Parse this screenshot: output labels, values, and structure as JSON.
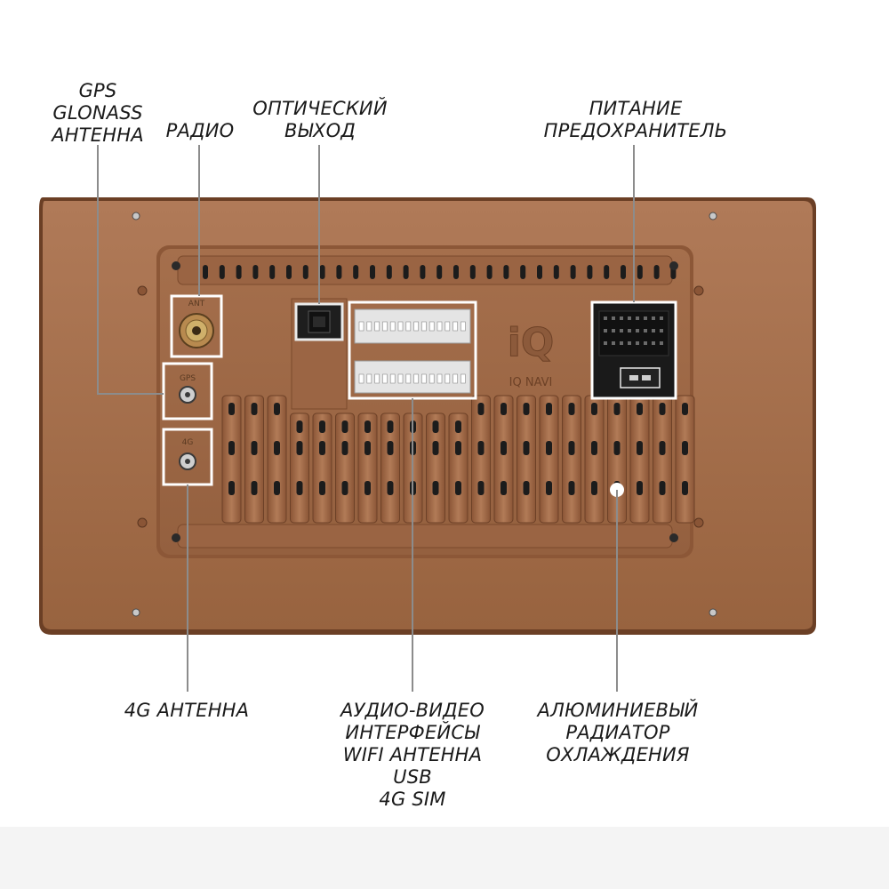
{
  "labels": {
    "gps": [
      "GPS",
      "GLONASS",
      "АНТЕННА"
    ],
    "radio": [
      "РАДИО"
    ],
    "optical": [
      "ОПТИЧЕСКИЙ",
      "ВЫХОД"
    ],
    "power": [
      "ПИТАНИЕ",
      "ПРЕДОХРАНИТЕЛЬ"
    ],
    "antenna_4g": [
      "4G АНТЕННА"
    ],
    "av": [
      "АУДИО-ВИДЕО",
      "ИНТЕРФЕЙСЫ",
      "WIFI АНТЕННА",
      "USB",
      "4G SIM"
    ],
    "radiator": [
      "АЛЮМИНИЕВЫЙ",
      "РАДИАТОР",
      "ОХЛАЖДЕНИЯ"
    ]
  },
  "device": {
    "ant_label": "ANT",
    "gps_port_label": "GPS",
    "port_4g_label": "4G",
    "brand_mark": "iQ",
    "brand_name": "IQ NAVI"
  },
  "colors": {
    "body": "#a46f4e",
    "body_dark": "#7d4f33",
    "body_light": "#b98260",
    "highlight_box": "#ffffff",
    "leader_line": "#888888",
    "connector": "#d8d8d8"
  }
}
